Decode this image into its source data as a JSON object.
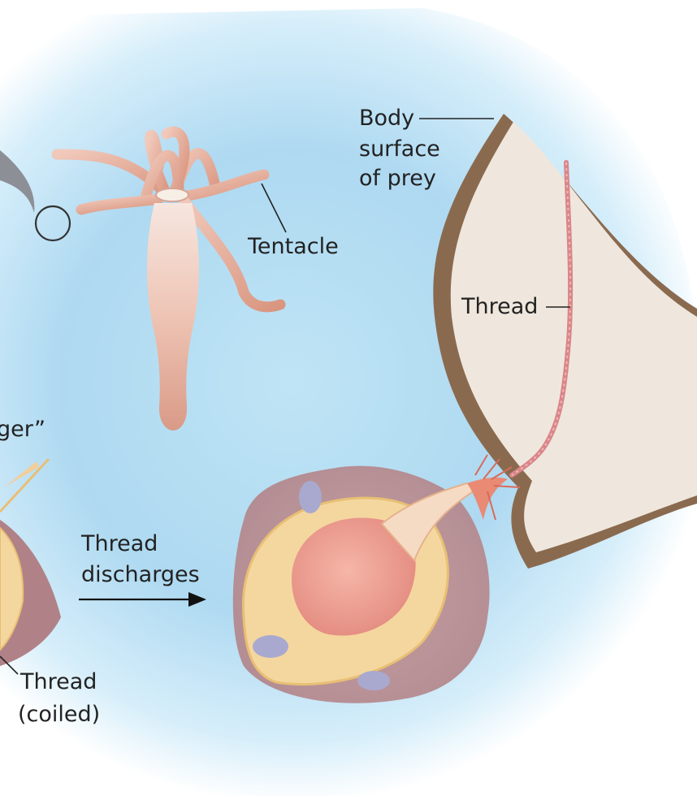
{
  "labels": {
    "body_surface": [
      "Body",
      "surface",
      "of prey"
    ],
    "tentacle": "Tentacle",
    "thread": "Thread",
    "trigger_partial": "ger”",
    "thread_discharges": [
      "Thread",
      "discharges"
    ],
    "thread_coiled": [
      "Thread",
      "(coiled)"
    ]
  },
  "icons": {
    "arrow": "right-arrow-icon"
  }
}
